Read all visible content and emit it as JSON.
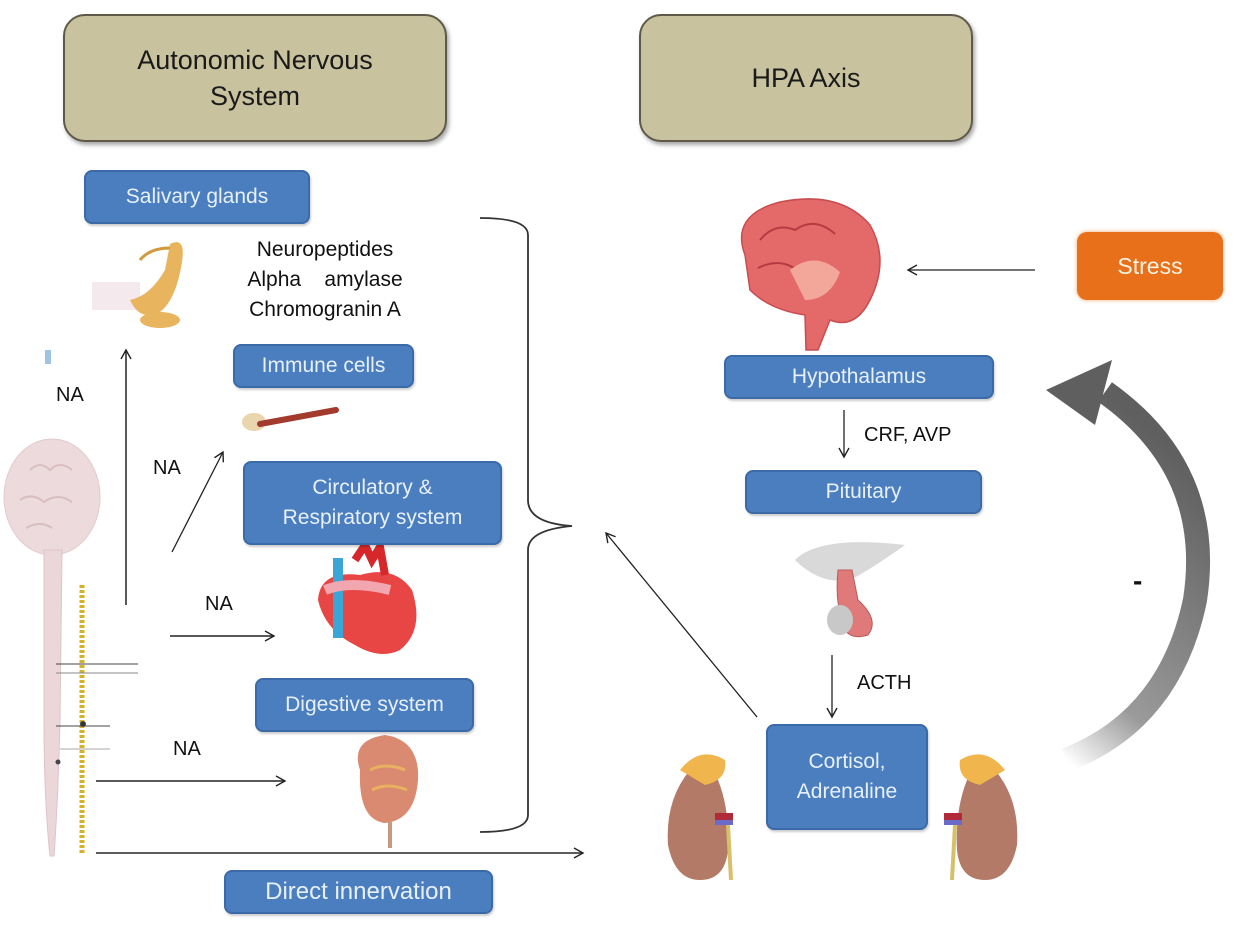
{
  "headers": {
    "ans": "Autonomic Nervous System",
    "hpa": "HPA Axis"
  },
  "ans_targets": {
    "salivary": "Salivary glands",
    "immune": "Immune cells",
    "circulatory": "Circulatory & Respiratory system",
    "digestive": "Digestive system",
    "direct": "Direct innervation"
  },
  "molecules": [
    "Neuropeptides",
    "Alpha    amylase",
    "Chromogranin A"
  ],
  "na_labels": [
    "NA",
    "NA",
    "NA",
    "NA"
  ],
  "hpa": {
    "stress": "Stress",
    "hypothalamus": "Hypothalamus",
    "crf_avp": "CRF, AVP",
    "pituitary": "Pituitary",
    "acth": "ACTH",
    "cortisol": "Cortisol, Adrenaline",
    "feedback_sign": "-"
  },
  "colors": {
    "header_bg": "#c9c29f",
    "box_blue": "#4a7ebf",
    "stress_orange": "#e8701a",
    "feedback_gray": "#666666"
  }
}
